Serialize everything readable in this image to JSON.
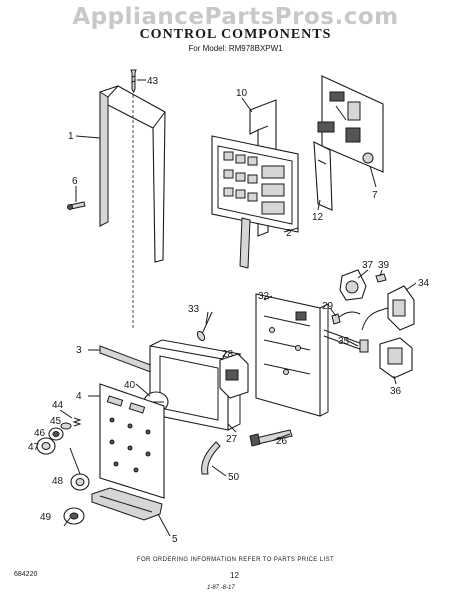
{
  "watermark": "AppliancePartsPros.com",
  "title": "CONTROL COMPONENTS",
  "subtitle": "For Model: RM978BXPW1",
  "footer_note": "FOR ORDERING INFORMATION REFER TO PARTS PRICE LIST",
  "drawing_number": "684220",
  "page_number": "12",
  "date_code": "1-87 -8-17",
  "callouts": [
    "1",
    "2",
    "3",
    "4",
    "5",
    "6",
    "7",
    "10",
    "12",
    "26",
    "27",
    "28",
    "29",
    "32",
    "33",
    "34",
    "35",
    "36",
    "37",
    "39",
    "40",
    "43",
    "44",
    "45",
    "46",
    "47",
    "48",
    "49",
    "50"
  ]
}
